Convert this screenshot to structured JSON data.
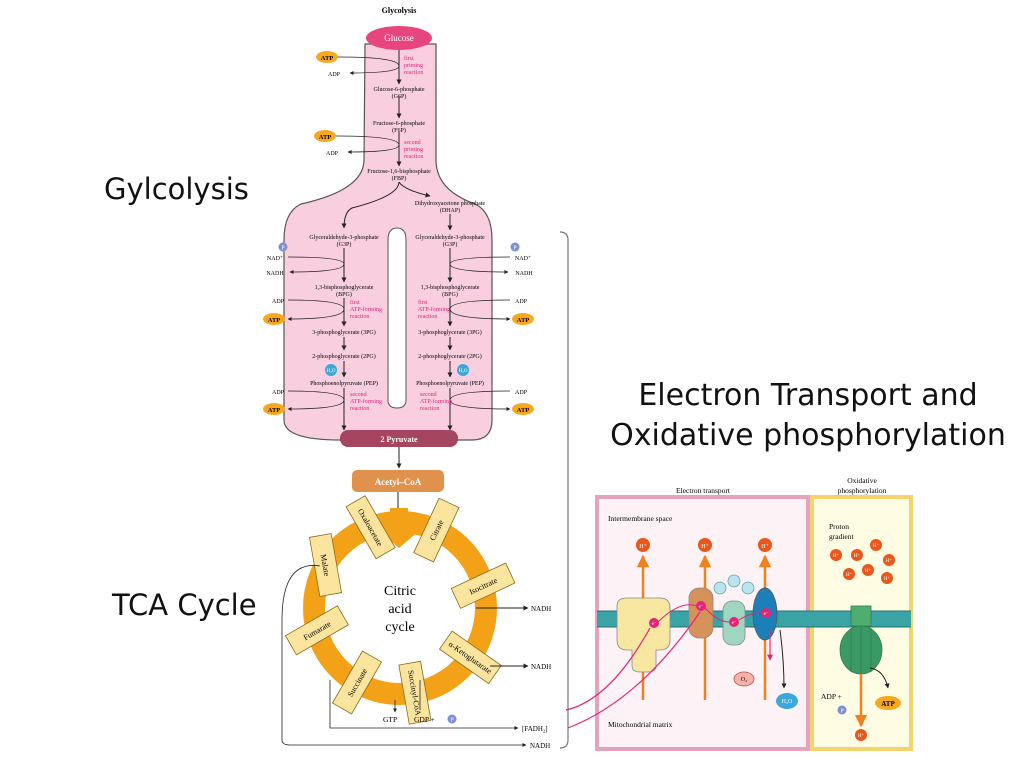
{
  "slide": {
    "labels": {
      "glycolysis_heading": "Gylcolysis",
      "tca_heading": "TCA Cycle",
      "etc_line1": "Electron Transport and",
      "etc_line2": "Oxidative phosphorylation"
    }
  },
  "glycolysis": {
    "title": "Glycolysis",
    "glucose": "Glucose",
    "atp": "ATP",
    "adp": "ADP",
    "nad": "NAD⁺",
    "nadh": "NADH",
    "pi": "P",
    "h2o": "H₂O",
    "first_priming": [
      "first",
      "priming",
      "reaction"
    ],
    "second_priming": [
      "second",
      "priming",
      "reaction"
    ],
    "g6p": [
      "Glucose-6-phosphate",
      "(G6P)"
    ],
    "f6p": [
      "Fructose-6-phosphate",
      "(F6P)"
    ],
    "fbp": [
      "Fructose-1,6-bisphosphate",
      "(FBP)"
    ],
    "dhap": [
      "Dihydroxyacetone phosphate",
      "(DHAP)"
    ],
    "g3p": [
      "Glyceraldehyde-3-phosphate",
      "(G3P)"
    ],
    "bpg": [
      "1,3-bisphosphoglycerate",
      "(BPG)"
    ],
    "first_atp_forming": [
      "first",
      "ATP-forming",
      "reaction"
    ],
    "pg3": "3-phosphoglycerate (3PG)",
    "pg2": "2-phosphoglycerate (2PG)",
    "pep": "Phosphoenolpyruvate (PEP)",
    "second_atp_forming": [
      "second",
      "ATP-forming",
      "reaction"
    ],
    "pyruvate": "2 Pyruvate",
    "acetyl_coa": "Acetyl–CoA"
  },
  "tca": {
    "center": [
      "Citric",
      "acid",
      "cycle"
    ],
    "segments": [
      "Citrate",
      "Isocitrate",
      "α-Ketoglutarate",
      "Succinyl-CoA",
      "Succinate",
      "Fumarate",
      "Malate",
      "Oxaloacetate"
    ],
    "nadh": "NADH",
    "gtp": "GTP",
    "gdp": "GDP +",
    "pi": "P",
    "fadh2": "[FADH₂]"
  },
  "etc": {
    "electron_transport": "Electron transport",
    "oxidative": [
      "Oxidative",
      "phosphorylation"
    ],
    "intermembrane": "Intermembrane space",
    "matrix": "Mitochondrial matrix",
    "proton": [
      "Proton",
      "gradient"
    ],
    "h": "H⁺",
    "e": "e⁻",
    "o2": "O₂",
    "h2o": "H₂O",
    "adp": "ADP +",
    "pi": "P",
    "atp": "ATP"
  },
  "colors": {
    "glycolysis_fill": "#f9cfe0",
    "glycolysis_stroke": "#555555",
    "glucose_fill": "#e8457f",
    "pyruvate_fill": "#a64560",
    "acetyl_fill": "#e0924c",
    "tca_ring": "#f3a116",
    "tca_box": "#fbe59e",
    "atp_fill": "#f7a81c",
    "reaction_text": "#e4247a",
    "etc_bg": "#fdf3f6",
    "etc_border": "#e5a2bd",
    "oxphos_bg": "#fffce4",
    "oxphos_border": "#f3d36c",
    "membrane": "#3aa3a6",
    "arrow_orange": "#f0811c",
    "proton_red": "#e8581c"
  }
}
